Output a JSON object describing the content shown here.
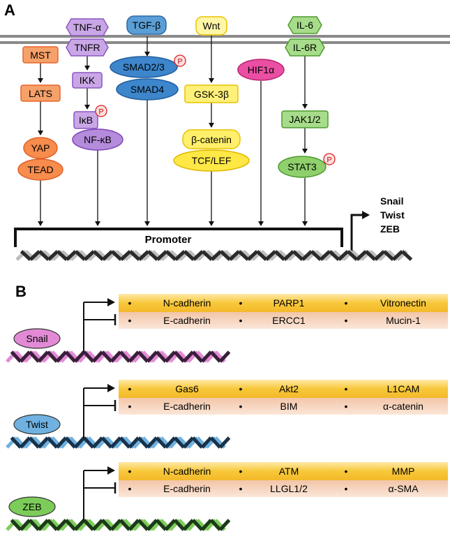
{
  "panel_a": {
    "label": "A",
    "pathways": {
      "hippo": {
        "mst": "MST",
        "lats": "LATS",
        "yap": "YAP",
        "tead": "TEAD"
      },
      "nfkb": {
        "tnfa": "TNF-α",
        "tnfr": "TNFR",
        "ikk": "IKK",
        "ikb": "IκB",
        "nfkb": "NF-κB"
      },
      "tgfb": {
        "tgfb": "TGF-β",
        "smad23": "SMAD2/3",
        "smad4": "SMAD4"
      },
      "wnt": {
        "wnt": "Wnt",
        "gsk3b": "GSK-3β",
        "bcatenin": "β-catenin",
        "tcflef": "TCF/LEF"
      },
      "hif": {
        "hif1a": "HIF1α"
      },
      "il6": {
        "il6": "IL-6",
        "il6r": "IL-6R",
        "jak": "JAK1/2",
        "stat3": "STAT3"
      }
    },
    "phospho": "P",
    "promoter": "Promoter",
    "targets": [
      "Snail",
      "Twist",
      "ZEB"
    ],
    "colors": {
      "hippo": "#f47b3d",
      "nfkb": "#9b5ec9",
      "tgfb": "#2f7fc1",
      "wnt": "#ffe035",
      "hif": "#e63d97",
      "il6": "#6cc24a",
      "phospho": "#e02020"
    }
  },
  "panel_b": {
    "label": "B",
    "factors": [
      {
        "name": "Snail",
        "color": "#e28ad6",
        "up": [
          "N-cadherin",
          "PARP1",
          "Vitronectin"
        ],
        "down": [
          "E-cadherin",
          "ERCC1",
          "Mucin-1"
        ]
      },
      {
        "name": "Twist",
        "color": "#6fb1e0",
        "up": [
          "Gas6",
          "Akt2",
          "L1CAM"
        ],
        "down": [
          "E-cadherin",
          "BIM",
          "α-catenin"
        ]
      },
      {
        "name": "ZEB",
        "color": "#7ccc5a",
        "up": [
          "N-cadherin",
          "ATM",
          "MMP"
        ],
        "down": [
          "E-cadherin",
          "LLGL1/2",
          "α-SMA"
        ]
      }
    ],
    "bullet": "•"
  }
}
